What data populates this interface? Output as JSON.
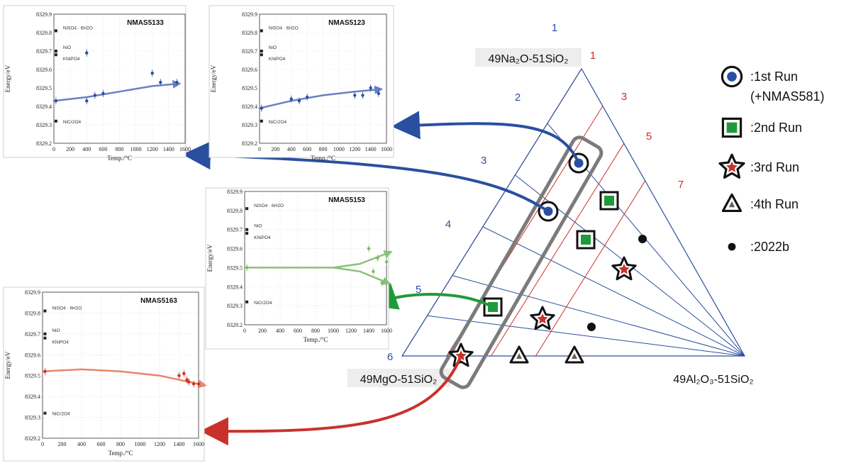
{
  "colors": {
    "blue": "#2a4fa0",
    "red": "#c8322b",
    "green": "#1f9a3a",
    "gray": "#7a7a7a",
    "curve_blue": "#6a7fc2",
    "curve_green": "#8cc07a",
    "curve_red": "#e7866a"
  },
  "ternary": {
    "vertices": {
      "top": "49Na₂O-51SiO₂",
      "left": "49MgO-51SiO₂",
      "right": "49Al₂O₃-51SiO₂"
    },
    "blue_line_labels": [
      "1",
      "2",
      "3",
      "4",
      "5",
      "6"
    ],
    "red_line_labels": [
      "1",
      "3",
      "5",
      "7"
    ]
  },
  "legend": [
    {
      "symbol": "circle",
      "label": ":1st Run",
      "label2": "(+NMAS581)"
    },
    {
      "symbol": "square",
      "label": ":2nd Run",
      "label2": ""
    },
    {
      "symbol": "star",
      "label": ":3rd Run",
      "label2": ""
    },
    {
      "symbol": "triangle",
      "label": ":4th Run",
      "label2": ""
    },
    {
      "symbol": "dot",
      "label": ":2022b",
      "label2": ""
    }
  ],
  "chart_data": [
    {
      "type": "scatter",
      "title": "NMAS5133",
      "xlabel": "Temp./°C",
      "ylabel": "Energy/eV",
      "xlim": [
        0,
        1600
      ],
      "ylim": [
        8329.2,
        8329.9
      ],
      "xticks": [
        "0",
        "200",
        "400",
        "600",
        "800",
        "1000",
        "1200",
        "1400",
        "1600"
      ],
      "yticks": [
        "8329.2",
        "8329.3",
        "8329.4",
        "8329.5",
        "8329.6",
        "8329.7",
        "8329.8",
        "8329.9"
      ],
      "references": [
        {
          "label": "NiSO4 · 6H2O",
          "energy": 8329.81
        },
        {
          "label": "NiO",
          "energy": 8329.7
        },
        {
          "label": "KNiPO4",
          "energy": 8329.68
        },
        {
          "label": "NiCr2O4",
          "energy": 8329.32
        }
      ],
      "series": [
        {
          "points": [
            [
              25,
              8329.43
            ],
            [
              400,
              8329.43
            ],
            [
              400,
              8329.69
            ],
            [
              500,
              8329.46
            ],
            [
              600,
              8329.47
            ],
            [
              1200,
              8329.58
            ],
            [
              1300,
              8329.53
            ],
            [
              1500,
              8329.53
            ]
          ],
          "trend": [
            [
              0,
              8329.43
            ],
            [
              400,
              8329.45
            ],
            [
              800,
              8329.48
            ],
            [
              1200,
              8329.51
            ],
            [
              1450,
              8329.52
            ]
          ]
        }
      ]
    },
    {
      "type": "scatter",
      "title": "NMAS5123",
      "xlabel": "Temp./°C",
      "ylabel": "Energy/eV",
      "xlim": [
        0,
        1600
      ],
      "ylim": [
        8329.2,
        8329.9
      ],
      "xticks": [
        "0",
        "200",
        "400",
        "600",
        "800",
        "1000",
        "1200",
        "1400",
        "1600"
      ],
      "yticks": [
        "8329.2",
        "8329.3",
        "8329.4",
        "8329.5",
        "8329.6",
        "8329.7",
        "8329.8",
        "8329.9"
      ],
      "references": [
        {
          "label": "NiSO4 · 6H2O",
          "energy": 8329.81
        },
        {
          "label": "NiO",
          "energy": 8329.7
        },
        {
          "label": "KNiPO4",
          "energy": 8329.68
        },
        {
          "label": "NiCr2O4",
          "energy": 8329.32
        }
      ],
      "series": [
        {
          "points": [
            [
              25,
              8329.39
            ],
            [
              400,
              8329.44
            ],
            [
              500,
              8329.43
            ],
            [
              600,
              8329.45
            ],
            [
              1200,
              8329.46
            ],
            [
              1300,
              8329.46
            ],
            [
              1400,
              8329.5
            ],
            [
              1500,
              8329.47
            ]
          ],
          "trend": [
            [
              0,
              8329.39
            ],
            [
              400,
              8329.43
            ],
            [
              800,
              8329.46
            ],
            [
              1200,
              8329.48
            ],
            [
              1450,
              8329.49
            ]
          ]
        }
      ]
    },
    {
      "type": "scatter",
      "title": "NMAS5153",
      "xlabel": "Temp./°C",
      "ylabel": "Energy/eV",
      "xlim": [
        0,
        1600
      ],
      "ylim": [
        8329.2,
        8329.9
      ],
      "xticks": [
        "0",
        "200",
        "400",
        "600",
        "800",
        "1000",
        "1200",
        "1400",
        "1600"
      ],
      "yticks": [
        "8329.2",
        "8329.3",
        "8329.4",
        "8329.5",
        "8329.6",
        "8329.7",
        "8329.8",
        "8329.9"
      ],
      "references": [
        {
          "label": "NiSO4 · 6H2O",
          "energy": 8329.81
        },
        {
          "label": "NiO",
          "energy": 8329.7
        },
        {
          "label": "KNiPO4",
          "energy": 8329.68
        },
        {
          "label": "NiCr2O4",
          "energy": 8329.32
        }
      ],
      "series": [
        {
          "points": [
            [
              25,
              8329.5
            ],
            [
              1400,
              8329.6
            ],
            [
              1450,
              8329.48
            ],
            [
              1500,
              8329.55
            ],
            [
              1550,
              8329.42
            ],
            [
              1600,
              8329.53
            ]
          ],
          "trend": [
            [
              0,
              8329.5
            ],
            [
              600,
              8329.5
            ],
            [
              1000,
              8329.5
            ],
            [
              1300,
              8329.52
            ],
            [
              1580,
              8329.57
            ]
          ],
          "trend2": [
            [
              1000,
              8329.5
            ],
            [
              1300,
              8329.48
            ],
            [
              1560,
              8329.43
            ]
          ]
        }
      ]
    },
    {
      "type": "scatter",
      "title": "NMAS5163",
      "xlabel": "Temp./°C",
      "ylabel": "Energy/eV",
      "xlim": [
        0,
        1600
      ],
      "ylim": [
        8329.2,
        8329.9
      ],
      "xticks": [
        "0",
        "200",
        "400",
        "600",
        "800",
        "1000",
        "1200",
        "1400",
        "1600"
      ],
      "yticks": [
        "8329.2",
        "8329.3",
        "8329.4",
        "8329.5",
        "8329.6",
        "8329.7",
        "8329.8",
        "8329.9"
      ],
      "references": [
        {
          "label": "NiSO4 · 6H2O",
          "energy": 8329.81
        },
        {
          "label": "NiO",
          "energy": 8329.7
        },
        {
          "label": "KNiPO4",
          "energy": 8329.68
        },
        {
          "label": "NiCr2O4",
          "energy": 8329.32
        }
      ],
      "series": [
        {
          "points": [
            [
              25,
              8329.52
            ],
            [
              1400,
              8329.5
            ],
            [
              1450,
              8329.51
            ],
            [
              1480,
              8329.48
            ],
            [
              1500,
              8329.47
            ],
            [
              1550,
              8329.46
            ],
            [
              1600,
              8329.46
            ]
          ],
          "trend": [
            [
              0,
              8329.52
            ],
            [
              400,
              8329.53
            ],
            [
              800,
              8329.52
            ],
            [
              1200,
              8329.5
            ],
            [
              1600,
              8329.46
            ]
          ]
        }
      ]
    }
  ]
}
